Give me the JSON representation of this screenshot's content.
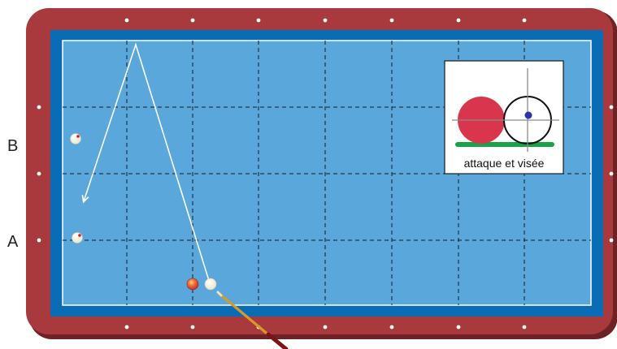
{
  "labels": {
    "b": "B",
    "a": "A"
  },
  "inset": {
    "caption": "attaque et visée"
  },
  "colors": {
    "rail_outer": "#8c2f33",
    "rail_inner": "#a8393c",
    "cushion": "#0a6cb5",
    "cloth": "#5aa7dc",
    "line": "#ffffff",
    "object_ball": "#d9364d",
    "cue_ball_outline": "#111111",
    "contact_bar": "#16a34a",
    "aim_dot": "#2a35a8",
    "cue_stick": "#d59a2a",
    "cue_butt": "#7a1516",
    "red_ball": "#e24a28"
  },
  "balls": [
    {
      "name": "ball-b-marker",
      "kind": "white-spot"
    },
    {
      "name": "ball-a-marker",
      "kind": "white-spot"
    },
    {
      "name": "red-ball",
      "kind": "red"
    },
    {
      "name": "cue-ball",
      "kind": "white"
    }
  ]
}
